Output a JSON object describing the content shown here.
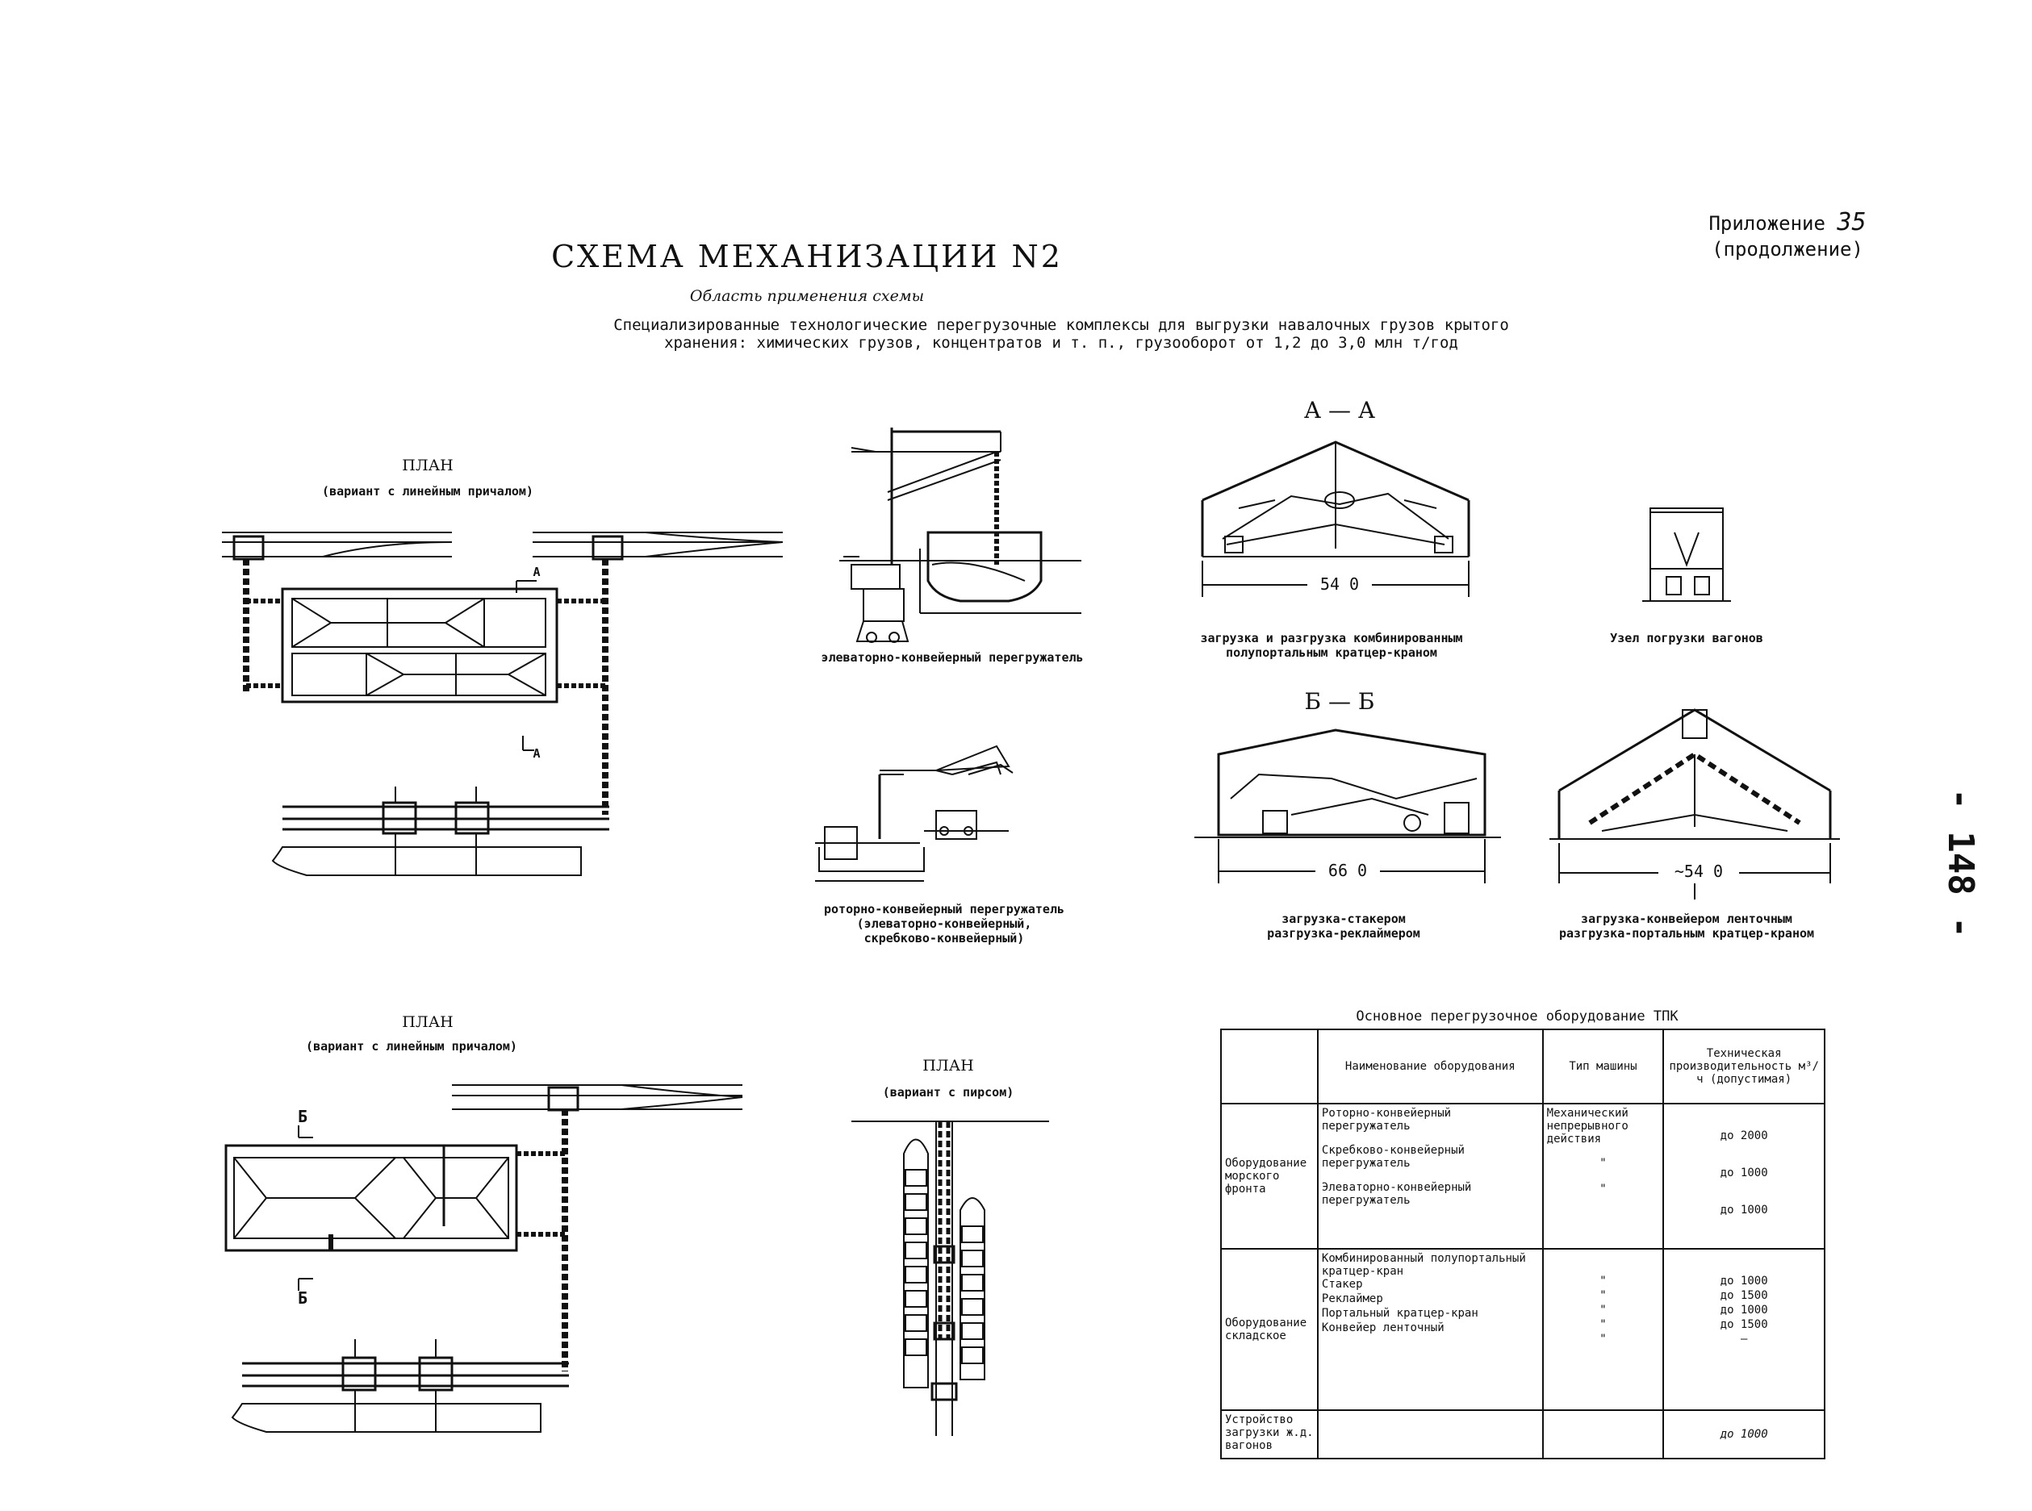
{
  "header": {
    "title": "СХЕМА МЕХАНИЗАЦИИ N2",
    "subtitle": "Область применения схемы",
    "description_line1": "Специализированные технологические перегрузочные комплексы для выгрузки навалочных грузов крытого",
    "description_line2": "хранения: химических грузов, концентратов и т. п., грузооборот от 1,2 до 3,0 млн т/год",
    "appendix_word": "Приложение",
    "appendix_number": "35",
    "appendix_cont": "(продолжение)",
    "page_number": "- 148 -"
  },
  "plans": {
    "plan1_title": "ПЛАН",
    "plan1_sub": "(вариант с линейным причалом)",
    "plan2_title": "ПЛАН",
    "plan2_sub": "(вариант с линейным причалом)",
    "plan3_title": "ПЛАН",
    "plan3_sub": "(вариант с пирсом)",
    "mark_a": "А",
    "mark_b": "Б"
  },
  "machines": {
    "elevator_label": "элеваторно-конвейерный перегружатель",
    "rotor_label_1": "роторно-конвейерный перегружатель",
    "rotor_label_2": "(элеваторно-конвейерный,",
    "rotor_label_3": "скребково-конвейерный)"
  },
  "sections": {
    "aa_title": "А — А",
    "aa_dim": "54 0",
    "aa_caption_1": "загрузка и разгрузка комбинированным",
    "aa_caption_2": "полупортальным кратцер-краном",
    "wagon_caption": "Узел погрузки вагонов",
    "bb_title": "Б — Б",
    "bb_dim": "66 0",
    "bb_caption_1": "загрузка-стакером",
    "bb_caption_2": "разгрузка-реклаймером",
    "c_dim": "~54 0",
    "c_caption_1": "загрузка-конвейером ленточным",
    "c_caption_2": "разгрузка-портальным кратцер-краном"
  },
  "table": {
    "title": "Основное перегрузочное оборудование ТПК",
    "headers": [
      "",
      "Наименование оборудования",
      "Тип машины",
      "Техническая производительность м³/ч (допустимая)"
    ],
    "groups": [
      {
        "group": "Оборудование морского фронта",
        "rows": [
          {
            "name": "Роторно-конвейерный перегружатель",
            "type": "Механический непрерывного действия",
            "capacity": "до 2000"
          },
          {
            "name": "Скребково-конвейерный перегружатель",
            "type": "\"",
            "capacity": "до 1000"
          },
          {
            "name": "Элеваторно-конвейерный перегружатель",
            "type": "\"",
            "capacity": "до 1000"
          }
        ]
      },
      {
        "group": "Оборудование складское",
        "rows": [
          {
            "name": "Комбинированный полупортальный кратцер-кран",
            "type": "\"",
            "capacity": "до 1000"
          },
          {
            "name": "Стакер",
            "type": "\"",
            "capacity": "до 1500"
          },
          {
            "name": "Реклаймер",
            "type": "\"",
            "capacity": "до 1000"
          },
          {
            "name": "Портальный кратцер-кран",
            "type": "\"",
            "capacity": "до 1500"
          },
          {
            "name": "Конвейер ленточный",
            "type": "\"",
            "capacity": "—"
          }
        ]
      },
      {
        "group": "Устройство загрузки ж.д. вагонов",
        "rows": [
          {
            "name": "",
            "type": "",
            "capacity": "до 1000"
          }
        ]
      }
    ]
  }
}
